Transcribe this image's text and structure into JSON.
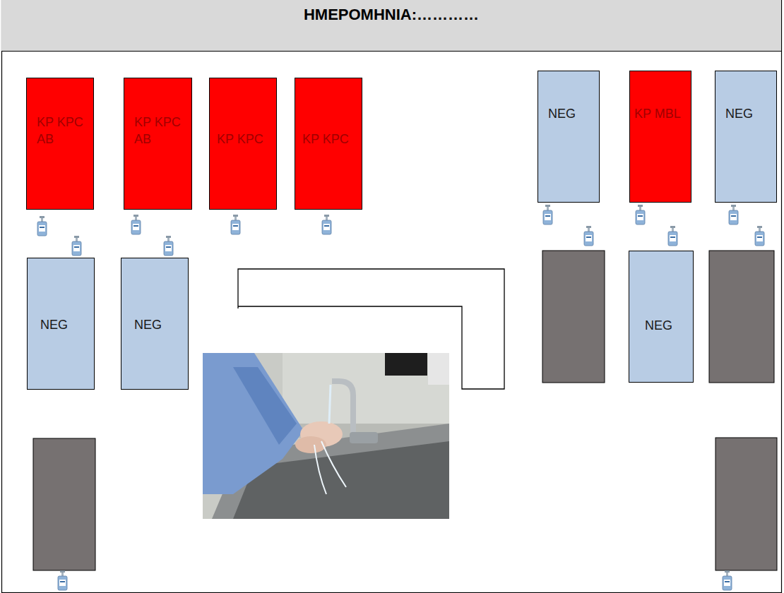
{
  "diagram": {
    "title": "ΗΜΕΡΟΜΗΝΙΑ:…………",
    "nodes": [
      {
        "text": [
          "KP KPC AB"
        ]
      },
      {
        "text": [
          "KP KPC AB"
        ]
      },
      {
        "text": [
          "KP KPC"
        ]
      },
      {
        "text": [
          "KP KPC"
        ]
      },
      {
        "text": [
          "NEG"
        ]
      },
      {
        "text": [
          "KP MBL"
        ]
      },
      {
        "text": [
          "NEG"
        ]
      },
      {
        "text": [
          "NEG"
        ]
      },
      {
        "text": [
          "NEG"
        ]
      },
      {
        "text": [
          "NEG"
        ]
      }
    ]
  }
}
